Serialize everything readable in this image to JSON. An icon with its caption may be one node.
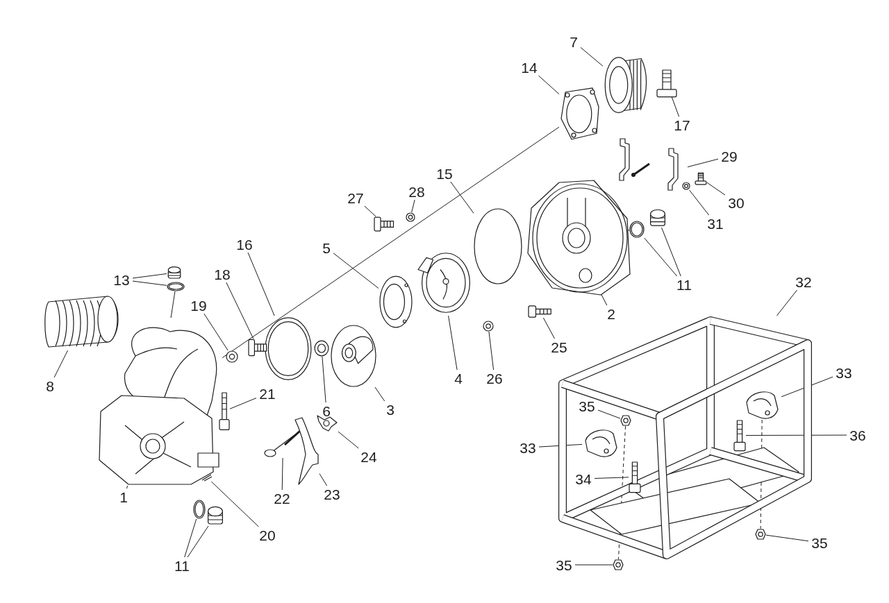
{
  "diagram": {
    "nodes": [
      {
        "text": [
          "1"
        ]
      },
      {
        "text": [
          "2"
        ]
      },
      {
        "text": [
          "3"
        ]
      },
      {
        "text": [
          "4"
        ]
      },
      {
        "text": [
          "5"
        ]
      },
      {
        "text": [
          "6"
        ]
      },
      {
        "text": [
          "7"
        ]
      },
      {
        "text": [
          "8"
        ]
      },
      {
        "text": [
          "11"
        ]
      },
      {
        "text": [
          "11"
        ]
      },
      {
        "text": [
          "13"
        ]
      },
      {
        "text": [
          "14"
        ]
      },
      {
        "text": [
          "15"
        ]
      },
      {
        "text": [
          "16"
        ]
      },
      {
        "text": [
          "17"
        ]
      },
      {
        "text": [
          "18"
        ]
      },
      {
        "text": [
          "19"
        ]
      },
      {
        "text": [
          "20"
        ]
      },
      {
        "text": [
          "21"
        ]
      },
      {
        "text": [
          "22"
        ]
      },
      {
        "text": [
          "23"
        ]
      },
      {
        "text": [
          "24"
        ]
      },
      {
        "text": [
          "25"
        ]
      },
      {
        "text": [
          "26"
        ]
      },
      {
        "text": [
          "27"
        ]
      },
      {
        "text": [
          "28"
        ]
      },
      {
        "text": [
          "29"
        ]
      },
      {
        "text": [
          "30"
        ]
      },
      {
        "text": [
          "31"
        ]
      },
      {
        "text": [
          "32"
        ]
      },
      {
        "text": [
          "33"
        ]
      },
      {
        "text": [
          "33"
        ]
      },
      {
        "text": [
          "34"
        ]
      },
      {
        "text": [
          "35"
        ]
      },
      {
        "text": [
          "35"
        ]
      },
      {
        "text": [
          "35"
        ]
      },
      {
        "text": [
          "36"
        ]
      },
      {
        "text": [],
        "shape": "picture"
      },
      {
        "text": [],
        "shape": "picture"
      },
      {
        "text": [],
        "shape": "picture"
      },
      {
        "text": [],
        "shape": "picture"
      },
      {
        "text": [],
        "shape": "picture"
      },
      {
        "text": [],
        "shape": "picture"
      },
      {
        "text": [],
        "shape": "picture"
      },
      {
        "text": [],
        "shape": "picture"
      },
      {
        "text": [],
        "shape": "picture"
      },
      {
        "text": [],
        "shape": "picture"
      },
      {
        "text": [],
        "shape": "picture"
      },
      {
        "text": [],
        "shape": "picture"
      },
      {
        "text": [],
        "shape": "picture"
      },
      {
        "text": [],
        "shape": "picture"
      },
      {
        "text": [],
        "shape": "picture"
      },
      {
        "text": [],
        "shape": "picture"
      },
      {
        "text": [],
        "shape": "circle"
      },
      {
        "text": [],
        "shape": "picture"
      },
      {
        "text": [],
        "shape": "picture"
      },
      {
        "text": [],
        "shape": "picture"
      },
      {
        "text": [],
        "shape": "picture"
      },
      {
        "text": [],
        "shape": "picture"
      },
      {
        "text": [],
        "shape": "picture"
      },
      {
        "text": [],
        "shape": "picture"
      },
      {
        "text": [],
        "shape": "picture"
      },
      {
        "text": [],
        "shape": "picture"
      },
      {
        "text": [],
        "shape": "picture"
      },
      {
        "text": [],
        "shape": "picture"
      },
      {
        "text": [],
        "shape": "picture"
      },
      {
        "text": [],
        "shape": "picture"
      },
      {
        "text": [],
        "shape": "picture"
      },
      {
        "text": [],
        "shape": "picture"
      },
      {
        "text": [],
        "shape": "picture"
      },
      {
        "text": [],
        "shape": "picture"
      },
      {
        "text": [],
        "shape": "picture",
        "in": 69
      },
      {
        "text": [],
        "shape": "picture"
      },
      {
        "text": [],
        "shape": "picture"
      },
      {
        "text": [],
        "shape": "picture"
      },
      {
        "text": [],
        "shape": "picture",
        "in": 69
      },
      {
        "text": [],
        "shape": "picture",
        "in": 69
      }
    ],
    "edges": [
      {
        "from": 0,
        "to": 37,
        "arrow": "none"
      },
      {
        "from": 1,
        "to": 38,
        "arrow": "none"
      },
      {
        "from": 2,
        "to": 39,
        "arrow": "none"
      },
      {
        "from": 3,
        "to": 40,
        "arrow": "none"
      },
      {
        "from": 4,
        "to": 41,
        "arrow": "none"
      },
      {
        "from": 5,
        "to": 43,
        "arrow": "none"
      },
      {
        "from": 6,
        "to": 44,
        "arrow": "none"
      },
      {
        "from": 7,
        "to": 45,
        "arrow": "none"
      },
      {
        "from": 8,
        "to": 46,
        "arrow": "none"
      },
      {
        "from": 8,
        "to": 47,
        "arrow": "none"
      },
      {
        "from": 9,
        "to": 48,
        "arrow": "none"
      },
      {
        "from": 9,
        "to": 49,
        "arrow": "none"
      },
      {
        "from": 10,
        "to": 50,
        "arrow": "none"
      },
      {
        "from": 10,
        "to": 51,
        "arrow": "none"
      },
      {
        "from": 11,
        "to": 52,
        "arrow": "none"
      },
      {
        "from": 12,
        "to": 53,
        "arrow": "none"
      },
      {
        "from": 13,
        "to": 42,
        "arrow": "none"
      },
      {
        "from": 14,
        "to": 54,
        "arrow": "none"
      },
      {
        "from": 15,
        "to": 55,
        "arrow": "none"
      },
      {
        "from": 16,
        "to": 56,
        "arrow": "none"
      },
      {
        "from": 17,
        "to": 57,
        "arrow": "none"
      },
      {
        "from": 18,
        "to": 58,
        "arrow": "none"
      },
      {
        "from": 19,
        "to": 59,
        "arrow": "none"
      },
      {
        "from": 20,
        "to": 60,
        "arrow": "none"
      },
      {
        "from": 21,
        "to": 61,
        "arrow": "none"
      },
      {
        "from": 22,
        "to": 62,
        "arrow": "none"
      },
      {
        "from": 23,
        "to": 63,
        "arrow": "none"
      },
      {
        "from": 24,
        "to": 64,
        "arrow": "none"
      },
      {
        "from": 25,
        "to": 65,
        "arrow": "none"
      },
      {
        "from": 26,
        "to": 66,
        "arrow": "none"
      },
      {
        "from": 27,
        "to": 67,
        "arrow": "none"
      },
      {
        "from": 28,
        "to": 68,
        "arrow": "none"
      },
      {
        "from": 29,
        "to": 69,
        "arrow": "none"
      },
      {
        "from": 30,
        "to": 70,
        "arrow": "none"
      },
      {
        "from": 31,
        "to": 71,
        "arrow": "none"
      },
      {
        "from": 32,
        "to": 72,
        "arrow": "none"
      },
      {
        "from": 33,
        "to": 73,
        "arrow": "none"
      },
      {
        "from": 34,
        "to": 74,
        "arrow": "none"
      },
      {
        "from": 35,
        "to": 75,
        "arrow": "none"
      },
      {
        "from": 36,
        "to": 76,
        "arrow": "none"
      },
      {
        "from": 37,
        "to": 52,
        "arrow": "none"
      },
      {
        "from": 51,
        "to": 37,
        "arrow": "none"
      },
      {
        "from": 46,
        "to": 38,
        "arrow": "none"
      },
      {
        "from": 73,
        "to": 74,
        "arrow": "none",
        "style": "dashed"
      },
      {
        "from": 71,
        "to": 75,
        "arrow": "none",
        "style": "dashed"
      }
    ]
  }
}
